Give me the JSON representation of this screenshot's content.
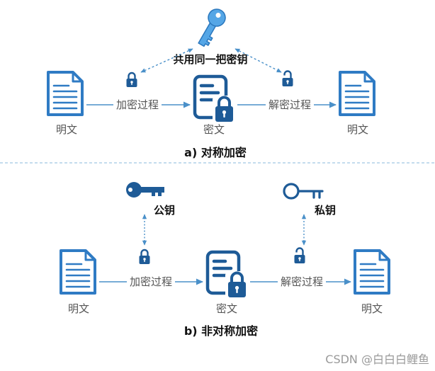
{
  "symmetric": {
    "shared_key_label": "共用同一把密钥",
    "plaintext_source_label": "明文",
    "encrypt_label": "加密过程",
    "ciphertext_label": "密文",
    "decrypt_label": "解密过程",
    "plaintext_result_label": "明文",
    "caption": "a) 对称加密",
    "icons": {
      "shared_key": "key-icon",
      "encrypt_lock": "lock-icon",
      "decrypt_lock": "unlock-icon",
      "plaintext": "document-icon",
      "ciphertext": "locked-document-icon"
    }
  },
  "asymmetric": {
    "public_key_label": "公钥",
    "private_key_label": "私钥",
    "plaintext_source_label": "明文",
    "encrypt_label": "加密过程",
    "ciphertext_label": "密文",
    "decrypt_label": "解密过程",
    "plaintext_result_label": "明文",
    "caption": "b) 非对称加密",
    "icons": {
      "public_key": "filled-key-icon",
      "private_key": "outline-key-icon",
      "encrypt_lock": "lock-icon",
      "decrypt_lock": "unlock-icon",
      "plaintext": "document-icon",
      "ciphertext": "locked-document-icon"
    }
  },
  "watermark": "CSDN @白白白鲤鱼",
  "colors": {
    "doc_outline": "#2f7bc4",
    "dark_blue": "#1e5b97",
    "key_light": "#55a6e6",
    "key_light_stroke": "#2b77bd",
    "arrow": "#4a90c9",
    "separator": "#8ab8de",
    "label_text": "#555555",
    "caption_text": "#111111",
    "watermark": "#9a9a9a"
  }
}
